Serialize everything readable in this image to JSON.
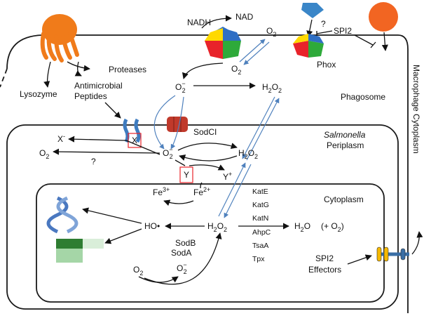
{
  "labels": {
    "nadh": "NADH",
    "nad": "NAD",
    "o2_top": "O",
    "o2_phox": "O",
    "spi2_top": "SPI2",
    "question_spi2": "?",
    "phox": "Phox",
    "macrophage_cytoplasm": "Macrophage Cytoplasm",
    "lysozyme": "Lysozyme",
    "proteases": "Proteases",
    "antimicrobial_line1": "Antimicrobial",
    "antimicrobial_line2": "Peptides",
    "superoxide_phagosome": "O",
    "h2o2_phagosome": "H",
    "phagosome": "Phagosome",
    "sodci": "SodCI",
    "salmonella": "Salmonella",
    "periplasm": "Periplasm",
    "x_minus": "X",
    "x_box": "X",
    "o2_periplasm": "O",
    "question_periplasm": "?",
    "superoxide_periplasm": "O",
    "h2o2_periplasm": "H",
    "y_box": "Y",
    "y_plus": "Y",
    "fe3": "Fe",
    "fe2": "Fe",
    "cytoplasm": "Cytoplasm",
    "hydroxyl": "HO•",
    "h2o2_cytoplasm": "H",
    "enzymes": [
      "KatE",
      "KatG",
      "KatN",
      "AhpC",
      "TsaA",
      "Tpx"
    ],
    "h2o_product": "H",
    "o2_product": "(+ O",
    "sodb": "SodB",
    "soda": "SodA",
    "o2_cytoplasm": "O",
    "superoxide_cytoplasm": "O",
    "spi2_effectors_line1": "SPI2",
    "spi2_effectors_line2": "Effectors"
  },
  "colors": {
    "proteases_body": "#f07b1a",
    "macrophage_protein": "#f26522",
    "spi2_hexagon": "#3a86c8",
    "phox_red": "#e8232a",
    "phox_yellow": "#ffd900",
    "phox_green": "#2eaa3a",
    "phox_blue": "#2f6fc4",
    "sodci_channel": "#c0392b",
    "porin": "#3e7cc0",
    "transporter": "#f5b800",
    "pathway_blue": "#4f81bd",
    "dna_blue": "#4a78c0"
  }
}
